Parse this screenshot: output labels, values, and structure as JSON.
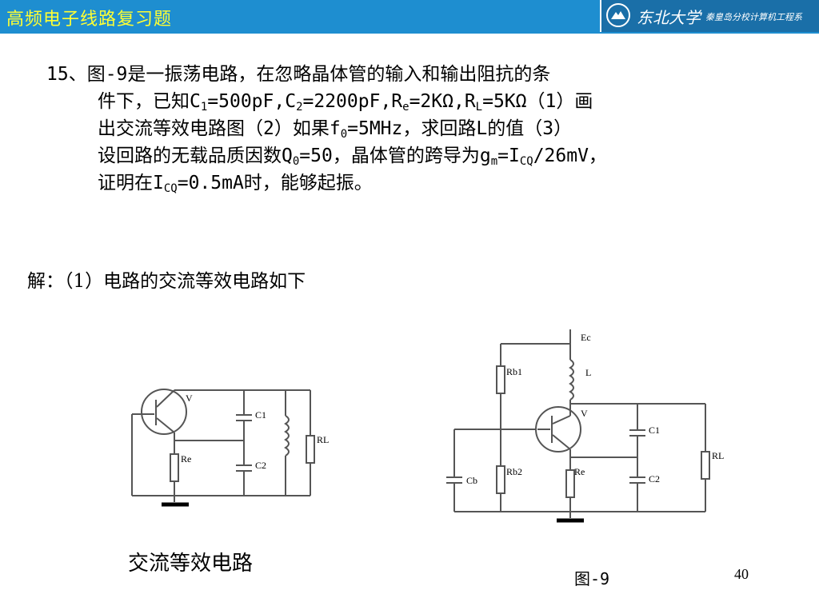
{
  "header": {
    "title": "高频电子线路复习题",
    "university_name": "东北大学",
    "campus_name": "秦皇岛分校计算机工程系"
  },
  "problem": {
    "line1": "15、图-9是一振荡电路，在忽略晶体管的输入和输出阻抗的条",
    "line2_a": "件下，已知C",
    "line2_s1": "1",
    "line2_b": "=500pF,C",
    "line2_s2": "2",
    "line2_c": "=2200pF,R",
    "line2_s3": "e",
    "line2_d": "=2KΩ,R",
    "line2_s4": "L",
    "line2_e": "=5KΩ（1）画",
    "line3_a": "出交流等效电路图（2）如果f",
    "line3_s1": "0",
    "line3_b": "=5MHz，求回路L的值（3）",
    "line4_a": "设回路的无载品质因数Q",
    "line4_s1": "0",
    "line4_b": "=50，晶体管的跨导为g",
    "line4_s2": "m",
    "line4_c": "=I",
    "line4_s3": "CQ",
    "line4_d": "/26mV，",
    "line5_a": "证明在I",
    "line5_s1": "CQ",
    "line5_b": "=0.5mA时，能够起振。"
  },
  "solution": {
    "text": "解：（1）电路的交流等效电路如下"
  },
  "left_circuit": {
    "labels": {
      "v": "V",
      "c1": "C1",
      "c2": "C2",
      "re": "Re",
      "rl": "RL"
    }
  },
  "right_circuit": {
    "labels": {
      "ec": "Ec",
      "l": "L",
      "rb1": "Rb1",
      "rb2": "Rb2",
      "v": "V",
      "c1": "C1",
      "c2": "C2",
      "re": "Re",
      "rl": "RL",
      "cb": "Cb"
    }
  },
  "captions": {
    "left": "交流等效电路",
    "right": "图-9",
    "page_number": "40"
  },
  "colors": {
    "header_bg": "#1e8ed0",
    "header_text": "#ffff33",
    "brand_bg": "#1a6fa8"
  }
}
